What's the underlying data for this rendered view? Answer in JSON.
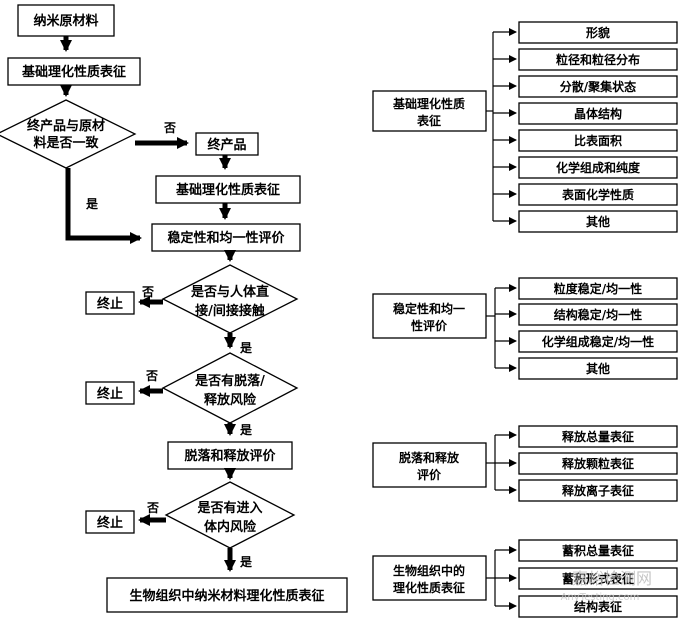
{
  "flow": {
    "start": "纳米原材料",
    "basic_char": "基础理化性质表征",
    "decision1": [
      "终产品与原材",
      "料是否一致"
    ],
    "no_label": "否",
    "yes_label": "是",
    "final_product": "终产品",
    "basic_char2": "基础理化性质表征",
    "stability": "稳定性和均一性评价",
    "decision2": [
      "是否与人体直",
      "接/间接接触"
    ],
    "stop": "终止",
    "decision3": [
      "是否有脱落/",
      "释放风险"
    ],
    "release_eval": "脱落和释放评价",
    "decision4": [
      "是否有进入",
      "体内风险"
    ],
    "final": "生物组织中纳米材料理化性质表征"
  },
  "groups": [
    {
      "title": [
        "基础理化性质",
        "表征"
      ],
      "items": [
        "形貌",
        "粒径和粒径分布",
        "分散/聚集状态",
        "晶体结构",
        "比表面积",
        "化学组成和纯度",
        "表面化学性质",
        "其他"
      ]
    },
    {
      "title": [
        "稳定性和均一",
        "性评价"
      ],
      "items": [
        "粒度稳定/均一性",
        "结构稳定/均一性",
        "化学组成稳定/均一性",
        "其他"
      ]
    },
    {
      "title": [
        "脱落和释放",
        "评价"
      ],
      "items": [
        "释放总量表征",
        "释放颗粒表征",
        "释放离子表征"
      ]
    },
    {
      "title": [
        "生物组织中的",
        "理化性质表征"
      ],
      "items": [
        "蓄积总量表征",
        "蓄积形式表征",
        "结构表征"
      ]
    }
  ],
  "watermark": {
    "cn": "嘉峪检测网",
    "en": "AnyTesting.com"
  }
}
